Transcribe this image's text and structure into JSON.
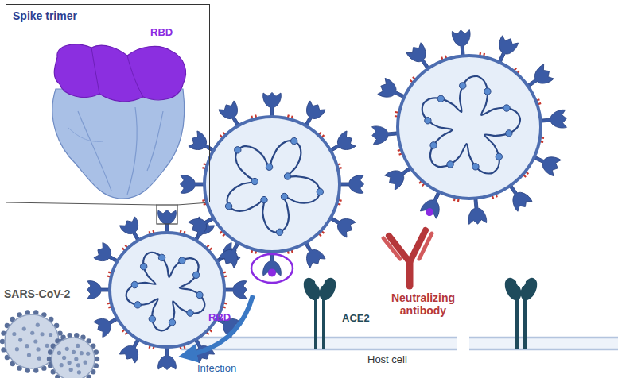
{
  "diagram": {
    "nodes": [
      {
        "text": [
          "Spike trimer",
          "RBD"
        ]
      }
    ],
    "labels": [
      "SARS-CoV-2",
      "RBD",
      "ACE2",
      "Host cell",
      "Infection",
      "Neutralizing antibody"
    ]
  }
}
